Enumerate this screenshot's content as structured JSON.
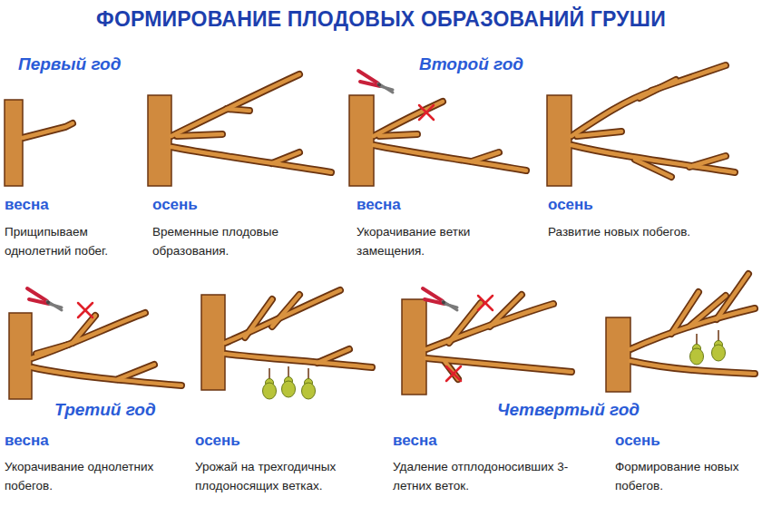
{
  "diagram": {
    "title": "ФОРМИРОВАНИЕ ПЛОДОВЫХ ОБРАЗОВАНИЙ ГРУШИ",
    "labels": [
      "Первый год",
      "Второй год",
      "весна",
      "Прищипываем однолетний побег.",
      "осень",
      "Временные плодовые образования.",
      "весна",
      "Укорачивание ветки замещения.",
      "осень",
      "Развитие новых побегов.",
      "Третий год",
      "Четвертый год",
      "весна",
      "Укорачивание однолетних побегов.",
      "осень",
      "Урожай на трехгодичных плодоносящих ветках.",
      "весна",
      "Удаление отплодоносивших 3-летних веток.",
      "осень",
      "Формирование новых побегов."
    ]
  }
}
